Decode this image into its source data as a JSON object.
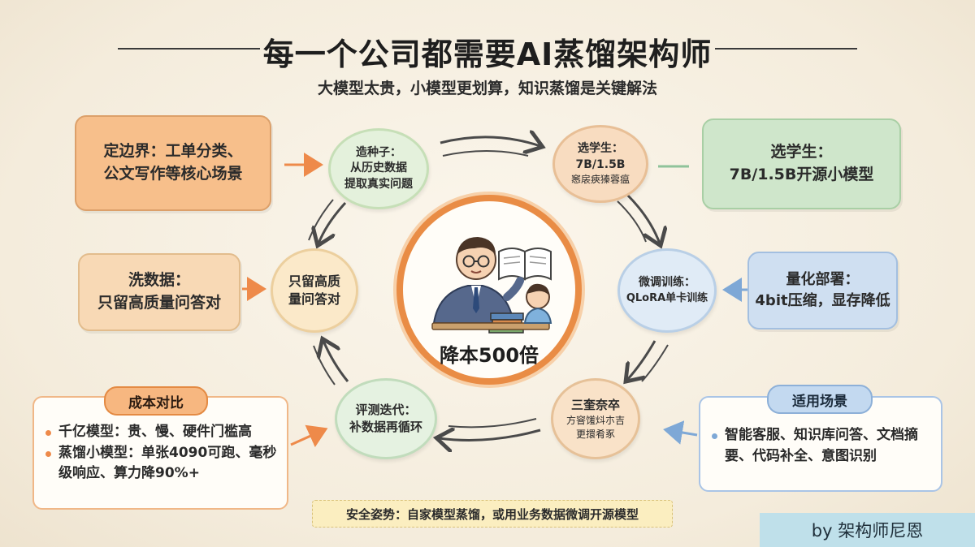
{
  "title": "每一个公司都需要AI蒸馏架构师",
  "subtitle": "大模型太贵，小模型更划算，知识蒸馏是关键解法",
  "center": {
    "label": "降本500倍"
  },
  "cards": {
    "boundary": {
      "line1": "定边界：工单分类、",
      "line2": "公文写作等核心场景"
    },
    "wash": {
      "line1": "洗数据：",
      "line2": "只留高质量问答对"
    },
    "student": {
      "line1": "选学生：",
      "line2": "7B/1.5B开源小模型"
    },
    "quant": {
      "line1": "量化部署：",
      "line2": "4bit压缩，显存降低"
    }
  },
  "nodes": {
    "seed": {
      "line1": "造种子：",
      "line2": "从历史数据",
      "line3": "提取真实问题"
    },
    "student": {
      "line1": "选学生：",
      "line2": "7B/1.5B",
      "line3": "窸扆㾜獉蓉瘟"
    },
    "filter": {
      "line1": "只留高质",
      "line2": "量问答对"
    },
    "finetune": {
      "line1": "微调训练：",
      "line2": "QLoRA单卡训练"
    },
    "evaluate": {
      "line1": "评测迭代：",
      "line2": "补数据再循环"
    },
    "deploy": {
      "line1": "三奎奈卒",
      "line2": "方窨馐炓朩吉",
      "line3": "更擐肴豖"
    }
  },
  "cost_panel": {
    "tag": "成本对比",
    "items": [
      "千亿模型：贵、慢、硬件门槛高",
      "蒸馏小模型：单张4090可跑、毫秒级响应、算力降90%+"
    ]
  },
  "scene_panel": {
    "tag": "适用场景",
    "items": [
      "智能客服、知识库问答、文档摘要、代码补全、意图识别"
    ]
  },
  "note": "安全姿势：自家模型蒸馏，或用业务数据微调开源模型",
  "credit": "by 架构师尼恩",
  "colors": {
    "orange": "#ee8a4a",
    "green": "#8fc39a",
    "blue": "#7ea8d6",
    "peach": "#f7d3a6",
    "ring": "#e98c45"
  }
}
